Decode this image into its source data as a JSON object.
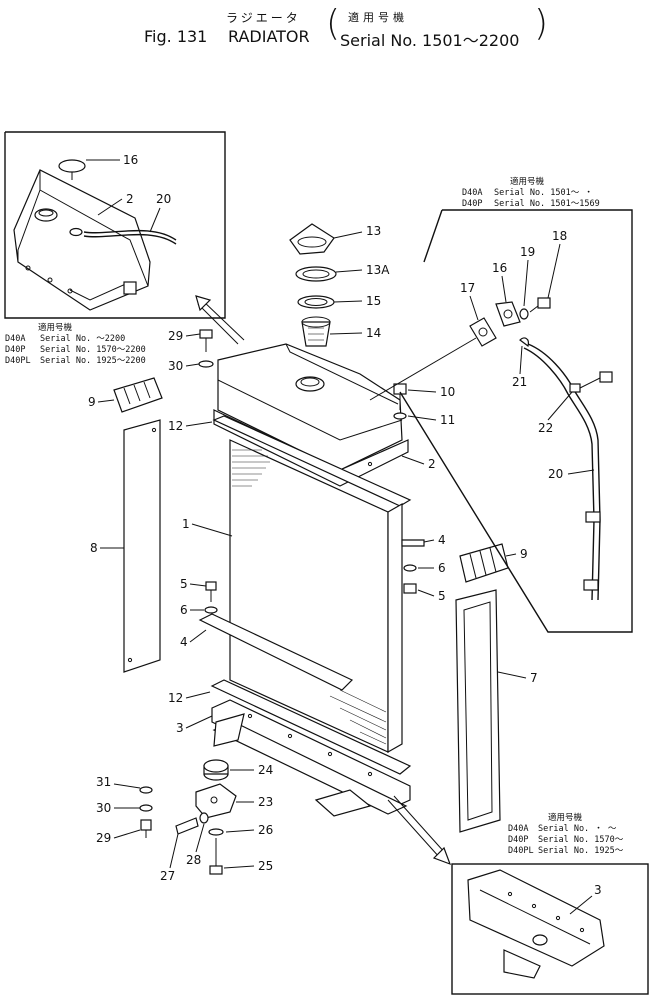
{
  "header": {
    "title_jp": "ラジエータ",
    "serial_jp": "適用号機",
    "fig_label": "Fig. 131",
    "title": "RADIATOR",
    "serial_range": "Serial No. 1501～2200"
  },
  "inset_top_left": {
    "serial_heading": "適用号機",
    "rows": [
      {
        "model": "D40A",
        "text": "Serial  No.    ～2200"
      },
      {
        "model": "D40P",
        "text": "Serial  No. 1570～2200"
      },
      {
        "model": "D40PL",
        "text": "Serial  No. 1925～2200"
      }
    ]
  },
  "inset_right": {
    "serial_heading": "適用号機",
    "rows": [
      {
        "model": "D40A",
        "text": "Serial  No.  1501～  ・"
      },
      {
        "model": "D40P",
        "text": "Serial  No.  1501～1569"
      }
    ]
  },
  "inset_bottom_right": {
    "serial_heading": "適用号機",
    "rows": [
      {
        "model": "D40A",
        "text": "Serial  No.      ・  ～"
      },
      {
        "model": "D40P",
        "text": "Serial  No. 1570～"
      },
      {
        "model": "D40PL",
        "text": "Serial  No. 1925～"
      }
    ]
  },
  "callouts": [
    "16",
    "2",
    "20",
    "13",
    "13A",
    "15",
    "14",
    "29",
    "30",
    "10",
    "11",
    "9",
    "12",
    "2",
    "1",
    "8",
    "4",
    "6",
    "5",
    "5",
    "6",
    "4",
    "7",
    "12",
    "3",
    "24",
    "31",
    "23",
    "30",
    "26",
    "29",
    "28",
    "27",
    "25",
    "17",
    "16",
    "19",
    "18",
    "21",
    "22",
    "20",
    "9",
    "3"
  ]
}
